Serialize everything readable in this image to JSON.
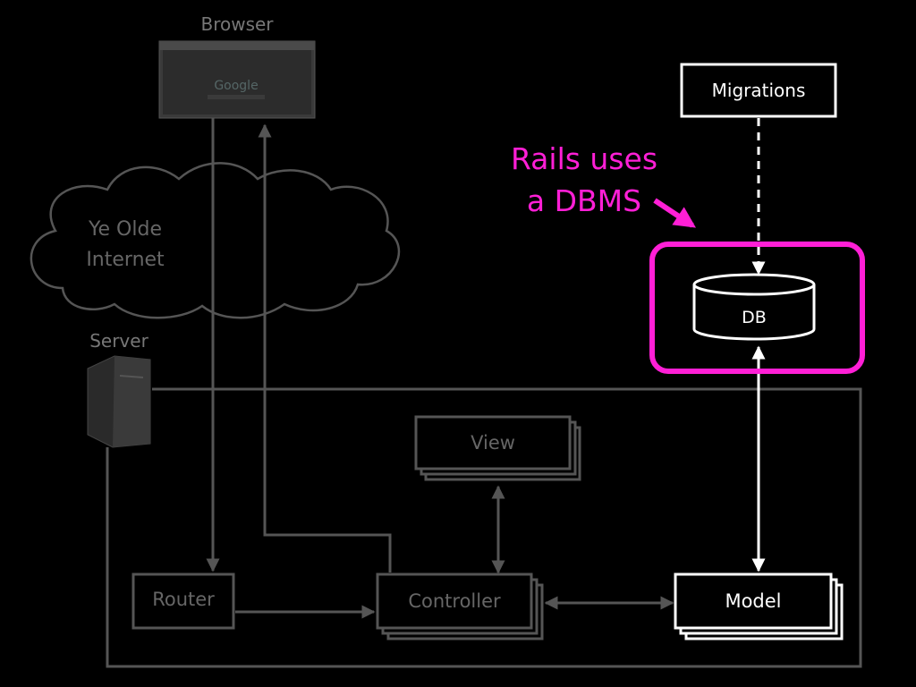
{
  "labels": {
    "browser": "Browser",
    "google_logo": "Google",
    "cloud": [
      "Ye Olde",
      "Internet"
    ],
    "server": "Server",
    "view": "View",
    "router": "Router",
    "controller": "Controller",
    "model": "Model",
    "migrations": "Migrations",
    "db": "DB",
    "callout": [
      "Rails uses",
      "a DBMS"
    ]
  },
  "colors": {
    "background": "#000000",
    "dimmed": "#555555",
    "dimmed_text": "#777777",
    "active": "#ffffff",
    "highlight": "#ff1fd6"
  },
  "icons": {
    "browser_thumbnail": "browser-window-icon",
    "server": "server-tower-icon",
    "database": "cylinder-db-icon"
  }
}
